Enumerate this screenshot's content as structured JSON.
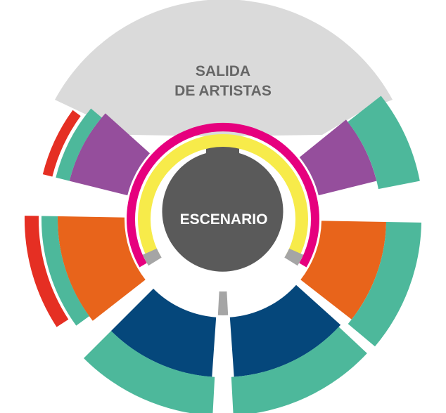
{
  "stage_label": "ESCENARIO",
  "exit": {
    "line1": "SALIDA",
    "line2": "DE ARTISTAS"
  },
  "colors": {
    "exit": "#dadada",
    "exit_text": "#666666",
    "stage": "#5a5a5a",
    "stage_text": "#ffffff",
    "pink": "#e6007e",
    "yellow": "#f7eb4a",
    "aisle": "#a5a5a5",
    "purple": "#954e9c",
    "orange": "#e8641b",
    "navy": "#05477b",
    "teal": "#4db89b",
    "red": "#e52f23"
  }
}
